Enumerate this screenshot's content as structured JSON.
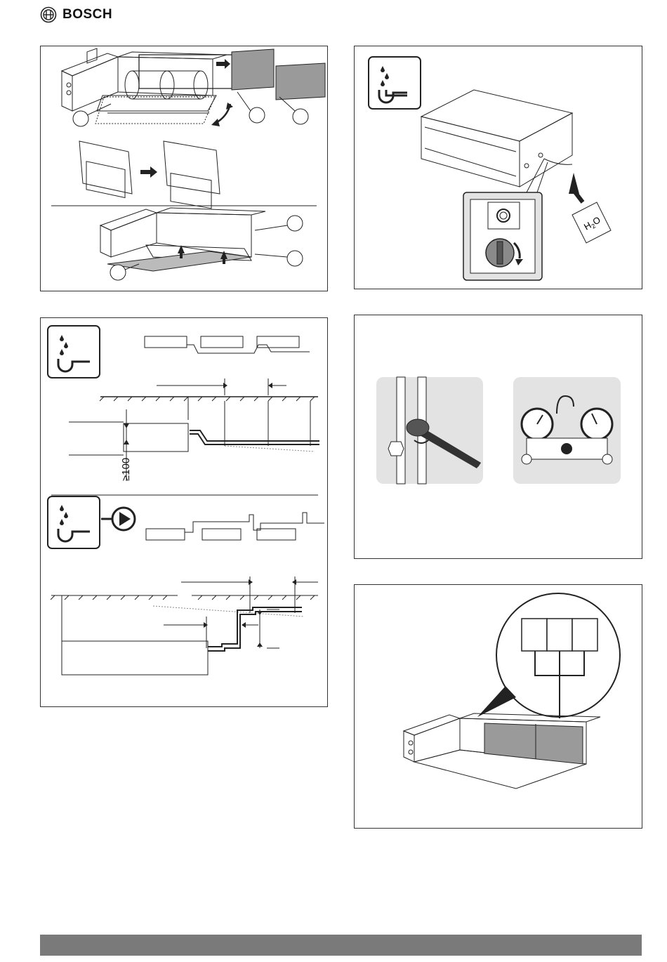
{
  "header": {
    "brand": "BOSCH"
  },
  "figures": {
    "drain_dimension_label": "≥100",
    "water_symbol": "H",
    "water_subscript": "2",
    "water_suffix": "O"
  },
  "colors": {
    "line": "#222222",
    "photo_bg": "#e3e3e3",
    "footer": "#7a7a7a",
    "filter_fill": "#9a9a9a"
  }
}
